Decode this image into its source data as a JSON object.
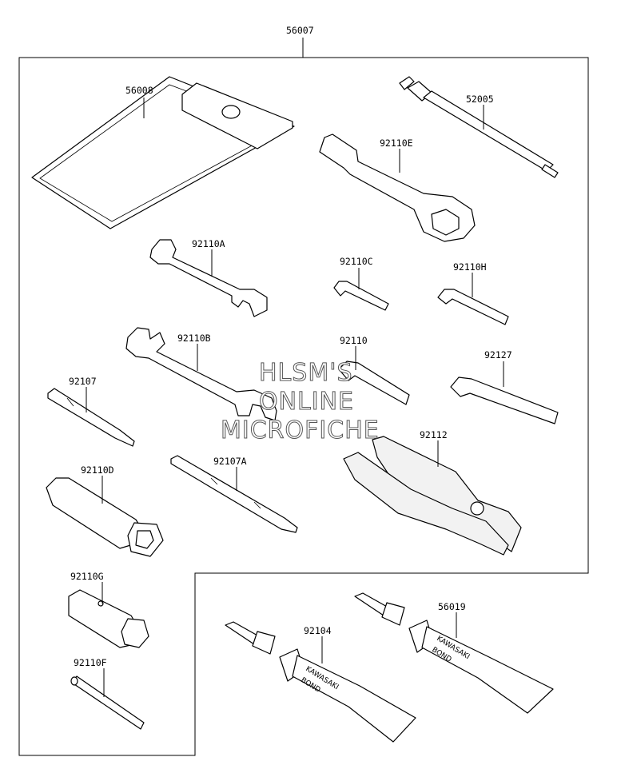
{
  "labels": {
    "kit": "56007",
    "pouch": "56008",
    "gauge": "52005",
    "ring_wrench": "92110E",
    "wrench_a": "92110A",
    "hex_c": "92110C",
    "hex_h": "92110H",
    "wrench_b": "92110B",
    "hex_plain": "92110",
    "hex_large": "92127",
    "driver_handle": "92107",
    "pliers": "92112",
    "box_d": "92110D",
    "driver_a": "92107A",
    "box_g": "92110G",
    "bar_f": "92110F",
    "bond_1": "92104",
    "bond_2": "56019"
  },
  "tube_text": {
    "brand": "KAWASAKI",
    "product": "BOND"
  },
  "watermark": {
    "line1": "HLSM'S",
    "line2": "ONLINE",
    "line3": "MICROFICHE"
  }
}
